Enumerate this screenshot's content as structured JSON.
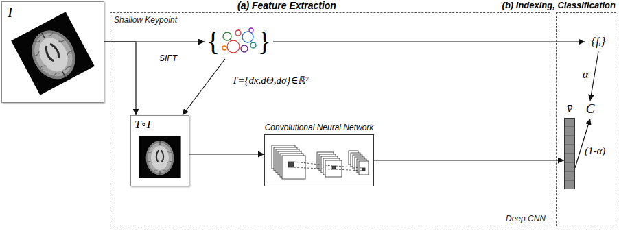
{
  "diagram": {
    "nodes": [
      {
        "text": [
          "I"
        ]
      },
      {
        "text": [
          "(a) Feature Extraction",
          "Shallow Keypoint",
          "Deep CNN"
        ]
      },
      {
        "text": [
          "{",
          "}"
        ],
        "in": 1
      },
      {
        "text": [
          "T∘I"
        ],
        "in": 1
      },
      {
        "text": [
          "Convolutional Neural Network"
        ],
        "in": 1
      },
      {
        "text": [
          "(b) Indexing, Classification"
        ]
      },
      {
        "text": [
          "{fᵢ}"
        ],
        "in": 5
      },
      {
        "text": [
          "v̄"
        ],
        "in": 5
      },
      {
        "text": [
          "C"
        ],
        "in": 5
      }
    ],
    "edges": [
      {
        "from": 0,
        "to": 2,
        "label": "SIFT",
        "arrow": "to"
      },
      {
        "from": 0,
        "to": 3,
        "arrow": "to"
      },
      {
        "from": 2,
        "to": 3,
        "label": "T={dx,dΘ,dσ}∈ℝ⁷",
        "arrow": "to"
      },
      {
        "from": 2,
        "to": 6,
        "arrow": "to"
      },
      {
        "from": 3,
        "to": 4,
        "arrow": "to"
      },
      {
        "from": 4,
        "to": 7,
        "arrow": "to"
      },
      {
        "from": 6,
        "to": 8,
        "label": "α",
        "arrow": "to"
      },
      {
        "from": 7,
        "to": 8,
        "label": "(1-α)",
        "arrow": "to"
      }
    ]
  }
}
